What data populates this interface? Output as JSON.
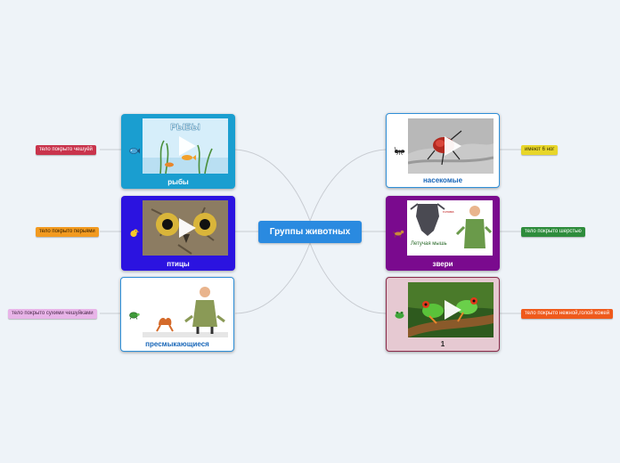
{
  "central": {
    "label": "Группы животных"
  },
  "branches": {
    "fish": {
      "label": "рыбы",
      "thumb_title": "РЫБЫ",
      "icon": "fish-icon",
      "color": "#1a9ed0",
      "note": {
        "label": "тело покрыто   чешуёй",
        "color": "#c9344c"
      }
    },
    "birds": {
      "label": "птицы",
      "icon": "chick-icon",
      "color": "#2b13e0",
      "note": {
        "label": "тело покрыто  перьями",
        "color": "#f29a20"
      }
    },
    "reptiles": {
      "label": "пресмыкающиеся",
      "icon": "turtle-icon",
      "color": "#ffffff",
      "note": {
        "label": "тело покрыто сухими чешуйками",
        "color": "#e8b4e8"
      }
    },
    "insects": {
      "label": "насекомые",
      "icon": "ant-icon",
      "color": "#ffffff",
      "note": {
        "label": "имеют 6 ног",
        "color": "#e8d62a"
      }
    },
    "mammals": {
      "label": "звери",
      "thumb_title": "Летучая мышь",
      "thumb_tag": "голова",
      "icon": "dog-icon",
      "color": "#7a0a8e",
      "note": {
        "label": "тело покрыто    шерстью",
        "color": "#2e8c3c"
      }
    },
    "amphibians": {
      "label": "1",
      "icon": "frog-icon",
      "color": "#e6c9d2",
      "note": {
        "label": "тело покрыто нежной,голой кожей",
        "color": "#ef5a1c"
      }
    }
  }
}
